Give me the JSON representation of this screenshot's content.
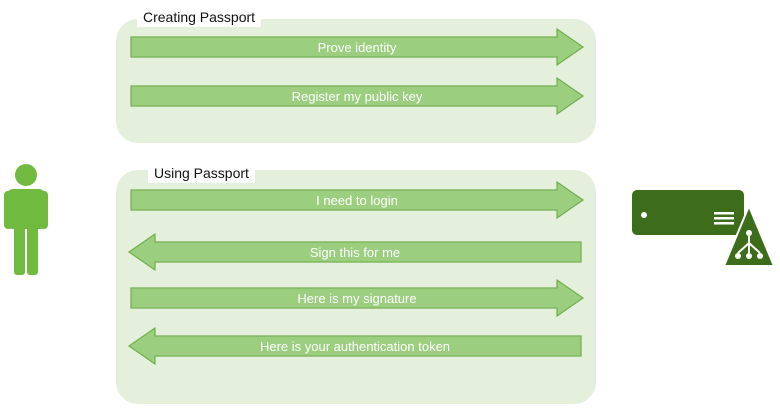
{
  "colors": {
    "group_bg": "#e5f0dc",
    "arrow_fill": "#9bcf7f",
    "arrow_stroke": "#6fae4c",
    "person": "#6fba3f",
    "server": "#3d6d1b"
  },
  "sections": {
    "creating": {
      "label": "Creating Passport"
    },
    "using": {
      "label": "Using Passport"
    }
  },
  "arrows": {
    "prove_identity": {
      "label": "Prove identity",
      "direction": "right"
    },
    "register_public_key": {
      "label": "Register my public key",
      "direction": "right"
    },
    "need_login": {
      "label": "I need to login",
      "direction": "right"
    },
    "sign_this": {
      "label": "Sign this for me",
      "direction": "left"
    },
    "my_signature": {
      "label": "Here is my signature",
      "direction": "right"
    },
    "auth_token": {
      "label": "Here is your authentication token",
      "direction": "left"
    }
  },
  "icons": {
    "user": "person-icon",
    "server": "server-icon",
    "warning": "network-warning-icon"
  }
}
